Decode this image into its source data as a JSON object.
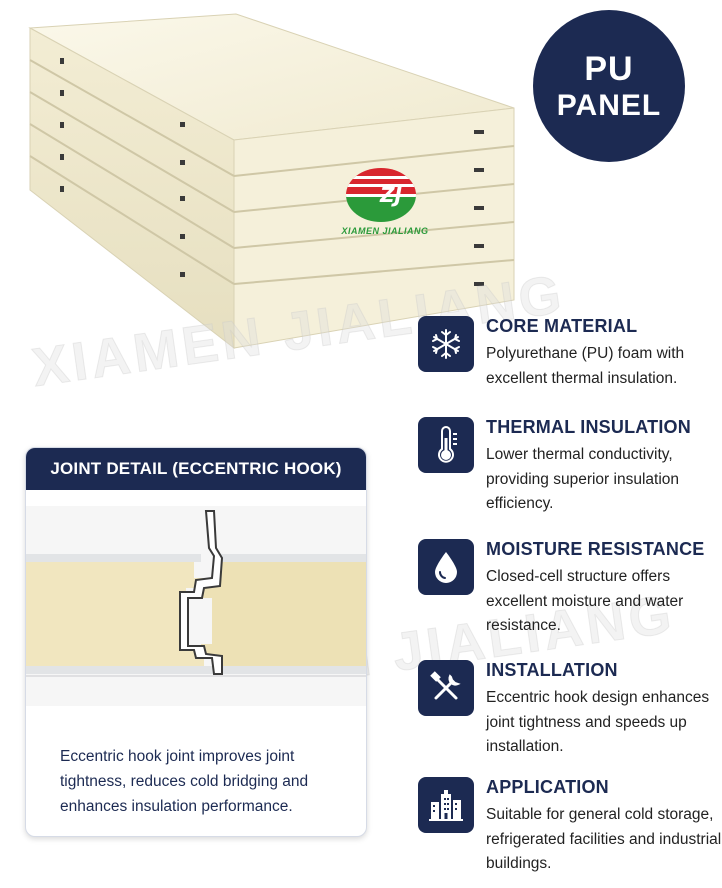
{
  "badge": {
    "line1": "PU",
    "line2": "PANEL"
  },
  "logo": {
    "mark": "ZJ",
    "text": "XIAMEN JIALIANG"
  },
  "watermark": "XIAMEN JIALIANG",
  "features": [
    {
      "icon": "snowflake-icon",
      "title": "CORE MATERIAL",
      "description": "Polyurethane (PU) foam with excellent thermal insulation."
    },
    {
      "icon": "thermometer-icon",
      "title": "THERMAL INSULATION",
      "description": "Lower thermal conductivity, providing superior insulation efficiency."
    },
    {
      "icon": "water-drop-icon",
      "title": "MOISTURE RESISTANCE",
      "description": "Closed-cell structure offers excellent moisture and water resistance."
    },
    {
      "icon": "tools-icon",
      "title": "INSTALLATION",
      "description": "Eccentric hook design enhances joint tightness and speeds up installation."
    },
    {
      "icon": "buildings-icon",
      "title": "APPLICATION",
      "description": "Suitable for general cold storage, refrigerated facilities and industrial buildings."
    }
  ],
  "joint_card": {
    "title": "JOINT DETAIL (ECCENTRIC HOOK)",
    "caption": "Eccentric hook joint improves joint tightness, reduces cold bridging and enhances insulation performance."
  },
  "colors": {
    "navy": "#1c2a52",
    "panel": "#f4efd9",
    "foam": "#f1e6bf"
  }
}
